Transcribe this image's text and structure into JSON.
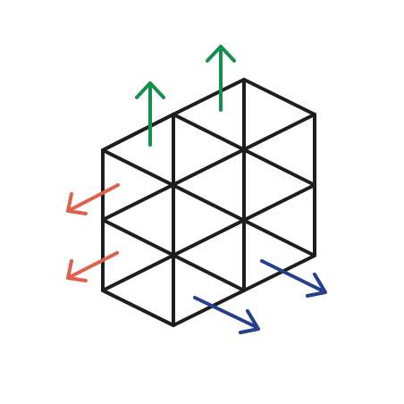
{
  "diagram": {
    "type": "isometric-lattice",
    "line_color": "#1e1e1e",
    "background": "#ffffff",
    "arrow_groups": [
      {
        "name": "up",
        "color": "#14904a",
        "direction": "up",
        "count": 2
      },
      {
        "name": "down-left",
        "color": "#e0614a",
        "direction": "down-left",
        "count": 2
      },
      {
        "name": "down-right",
        "color": "#24408e",
        "direction": "down-right",
        "count": 2
      }
    ]
  }
}
